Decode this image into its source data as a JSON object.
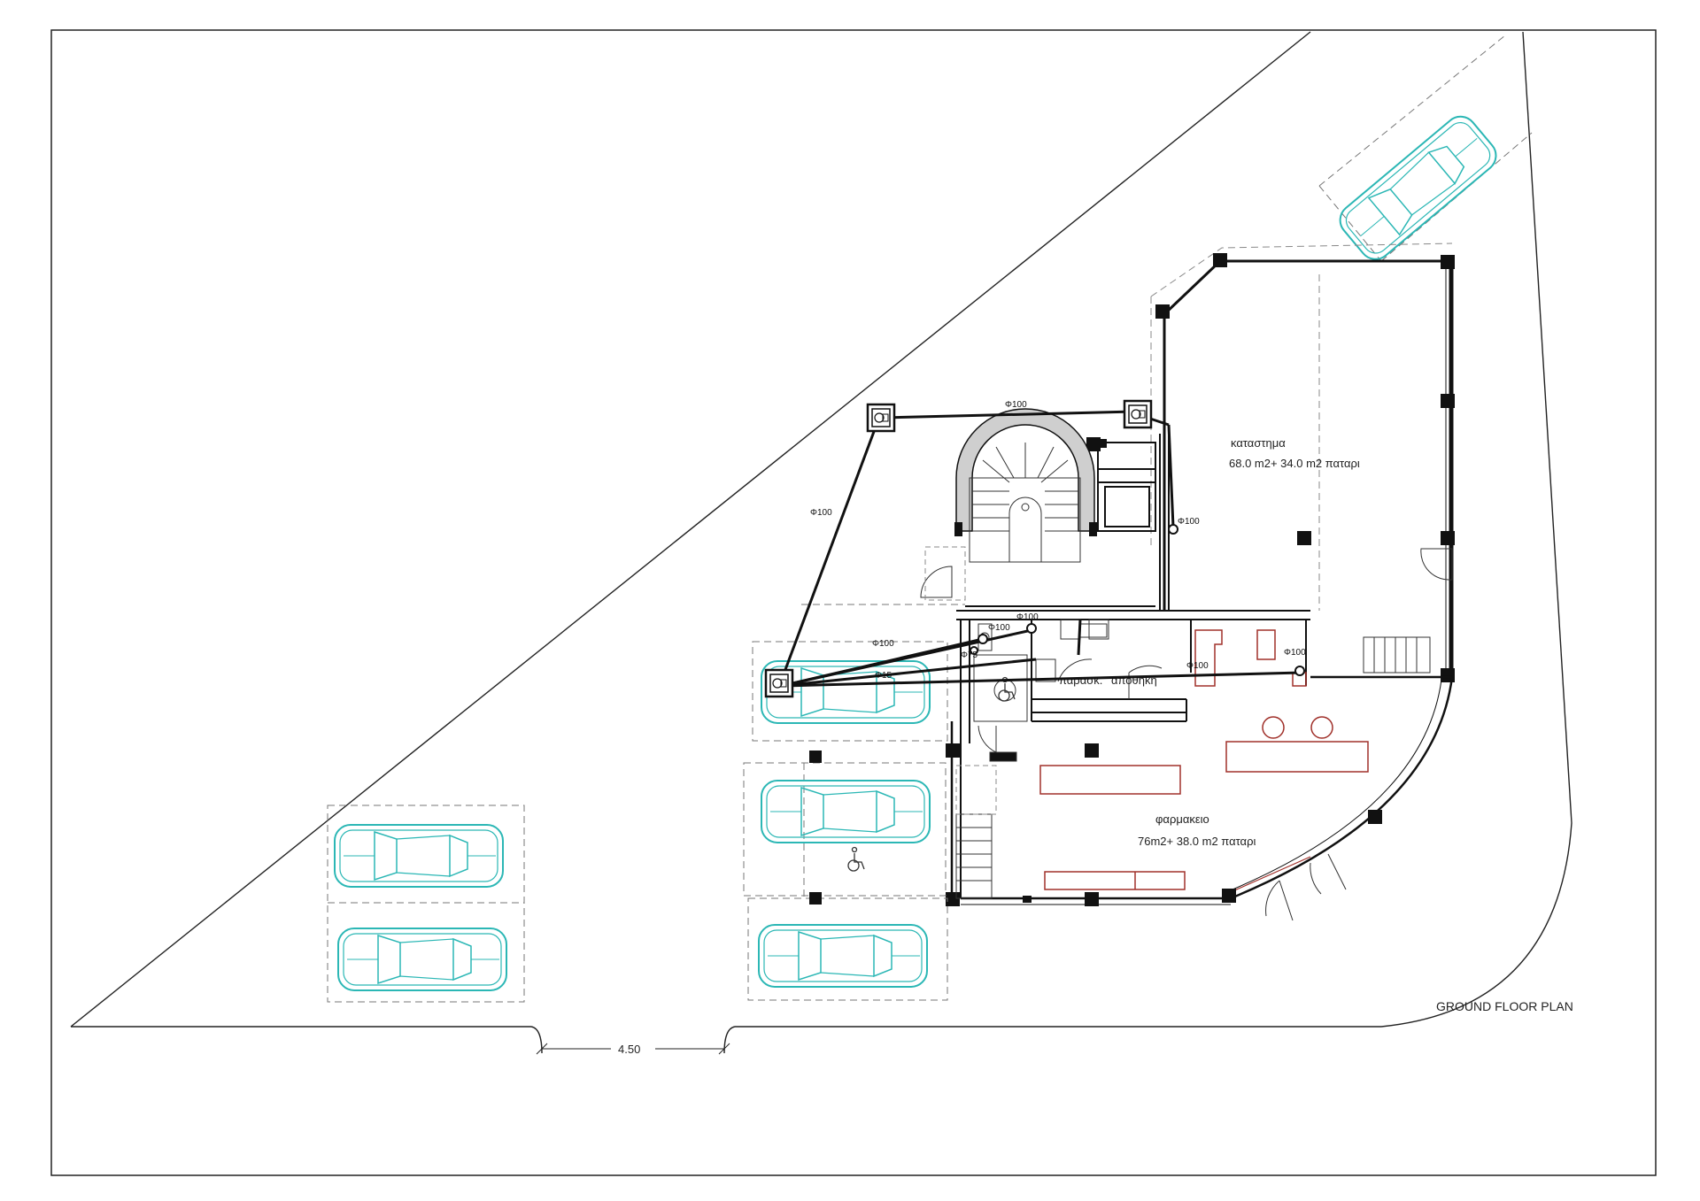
{
  "drawing": {
    "title": "GROUND FLOOR PLAN",
    "dimension": "4.50"
  },
  "rooms": {
    "shop_name": "καταστημα",
    "shop_area": "68.0 m2+ 34.0 m2 παταρι",
    "pharmacy_name": "φαρμακειο",
    "pharmacy_area": "76m2+ 38.0 m2 παταρι",
    "pantry": "παρασκ.",
    "storage": "αποθηκη"
  },
  "pipes": {
    "p100": "Φ100",
    "p75": "Φ75",
    "p15": "Φ15"
  },
  "colors": {
    "car": "#2bb7b5",
    "furniture": "#a0302a",
    "line": "#1a1a1a"
  },
  "icons": [
    "wheelchair-icon",
    "car-icon",
    "manhole-icon"
  ]
}
